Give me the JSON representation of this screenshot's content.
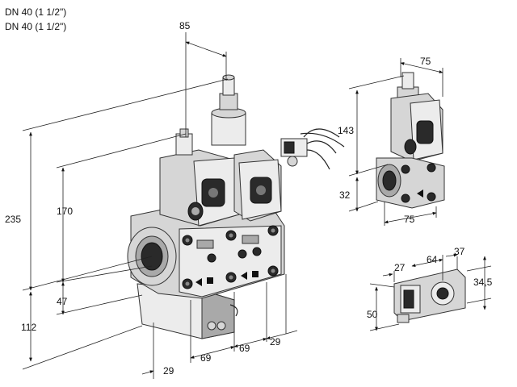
{
  "header": {
    "line1": "DN 40 (1 1/2\")",
    "line2": "DN 40 (1 1/2\")"
  },
  "dimensions": {
    "d85": "85",
    "d235": "235",
    "d170": "170",
    "d47": "47",
    "d112": "112",
    "d29_bottom": "29",
    "d69_left": "69",
    "d69_right": "69",
    "d29_right": "29",
    "d75_top": "75",
    "d143": "143",
    "d32": "32",
    "d75_bottom": "75",
    "d27": "27",
    "d64": "64",
    "d37": "37",
    "d34_5": "34,5",
    "d50": "50"
  }
}
